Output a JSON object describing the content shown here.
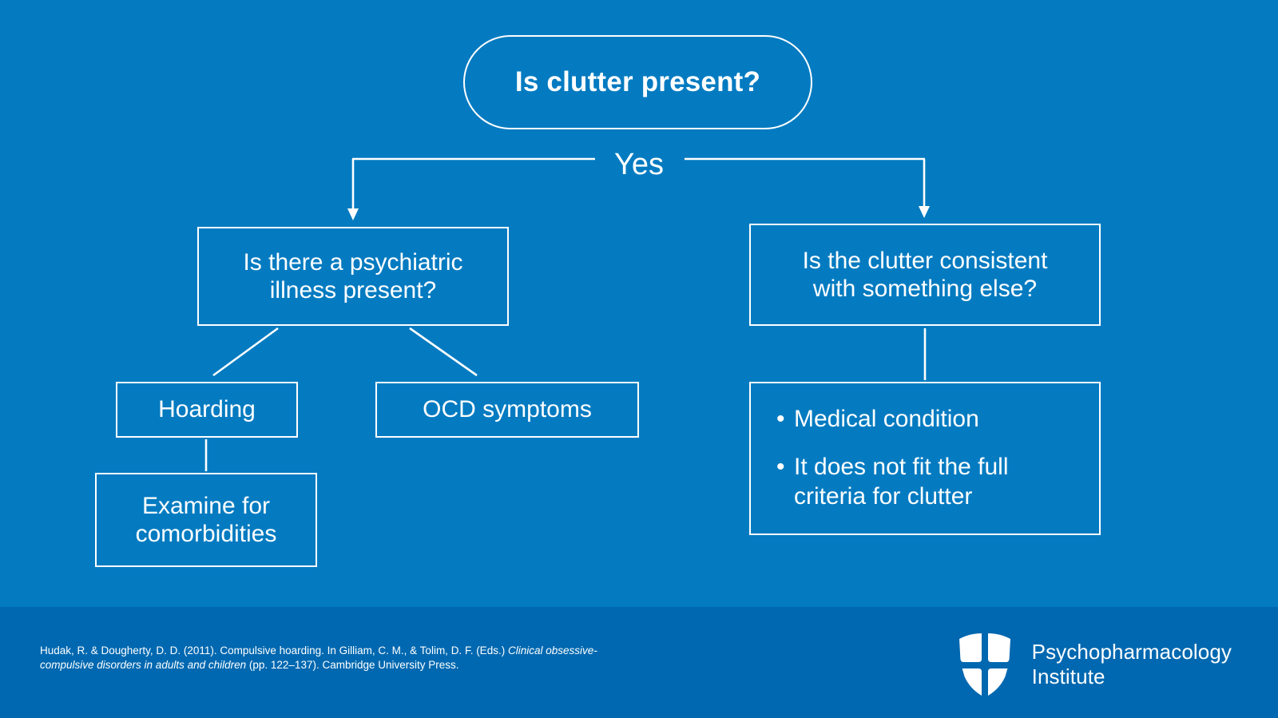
{
  "theme": {
    "background": "#047BC1",
    "footer_background": "#0068B0",
    "stroke": "#ffffff",
    "text": "#ffffff"
  },
  "diagram": {
    "type": "flowchart",
    "root": {
      "id": "is-clutter-present",
      "label": "Is clutter present?"
    },
    "edge_label_yes": "Yes",
    "branches": [
      {
        "id": "psychiatric-illness",
        "label": "Is there a psychiatric\nillness present?",
        "children": [
          {
            "id": "hoarding",
            "label": "Hoarding",
            "children": [
              {
                "id": "examine-comorbidities",
                "label": "Examine for\ncomorbidities"
              }
            ]
          },
          {
            "id": "ocd-symptoms",
            "label": "OCD symptoms"
          }
        ]
      },
      {
        "id": "clutter-consistent",
        "label": "Is the clutter consistent\nwith something else?",
        "children": [
          {
            "id": "other-explanations",
            "bullets": [
              "Medical condition",
              "It does not fit the full criteria for clutter"
            ],
            "bullet_glyph": "•"
          }
        ]
      }
    ]
  },
  "footer": {
    "citation_part1": "Hudak, R. & Dougherty, D. D. (2011). Compulsive hoarding. In Gilliam, C. M., & Tolim, D. F. (Eds.) ",
    "citation_italic": "Clinical obsessive-compulsive disorders in adults and children",
    "citation_part2": " (pp. 122–137). Cambridge University Press.",
    "logo": {
      "icon": "shield-cross-icon",
      "line1": "Psychopharmacology",
      "line2": "Institute"
    }
  }
}
